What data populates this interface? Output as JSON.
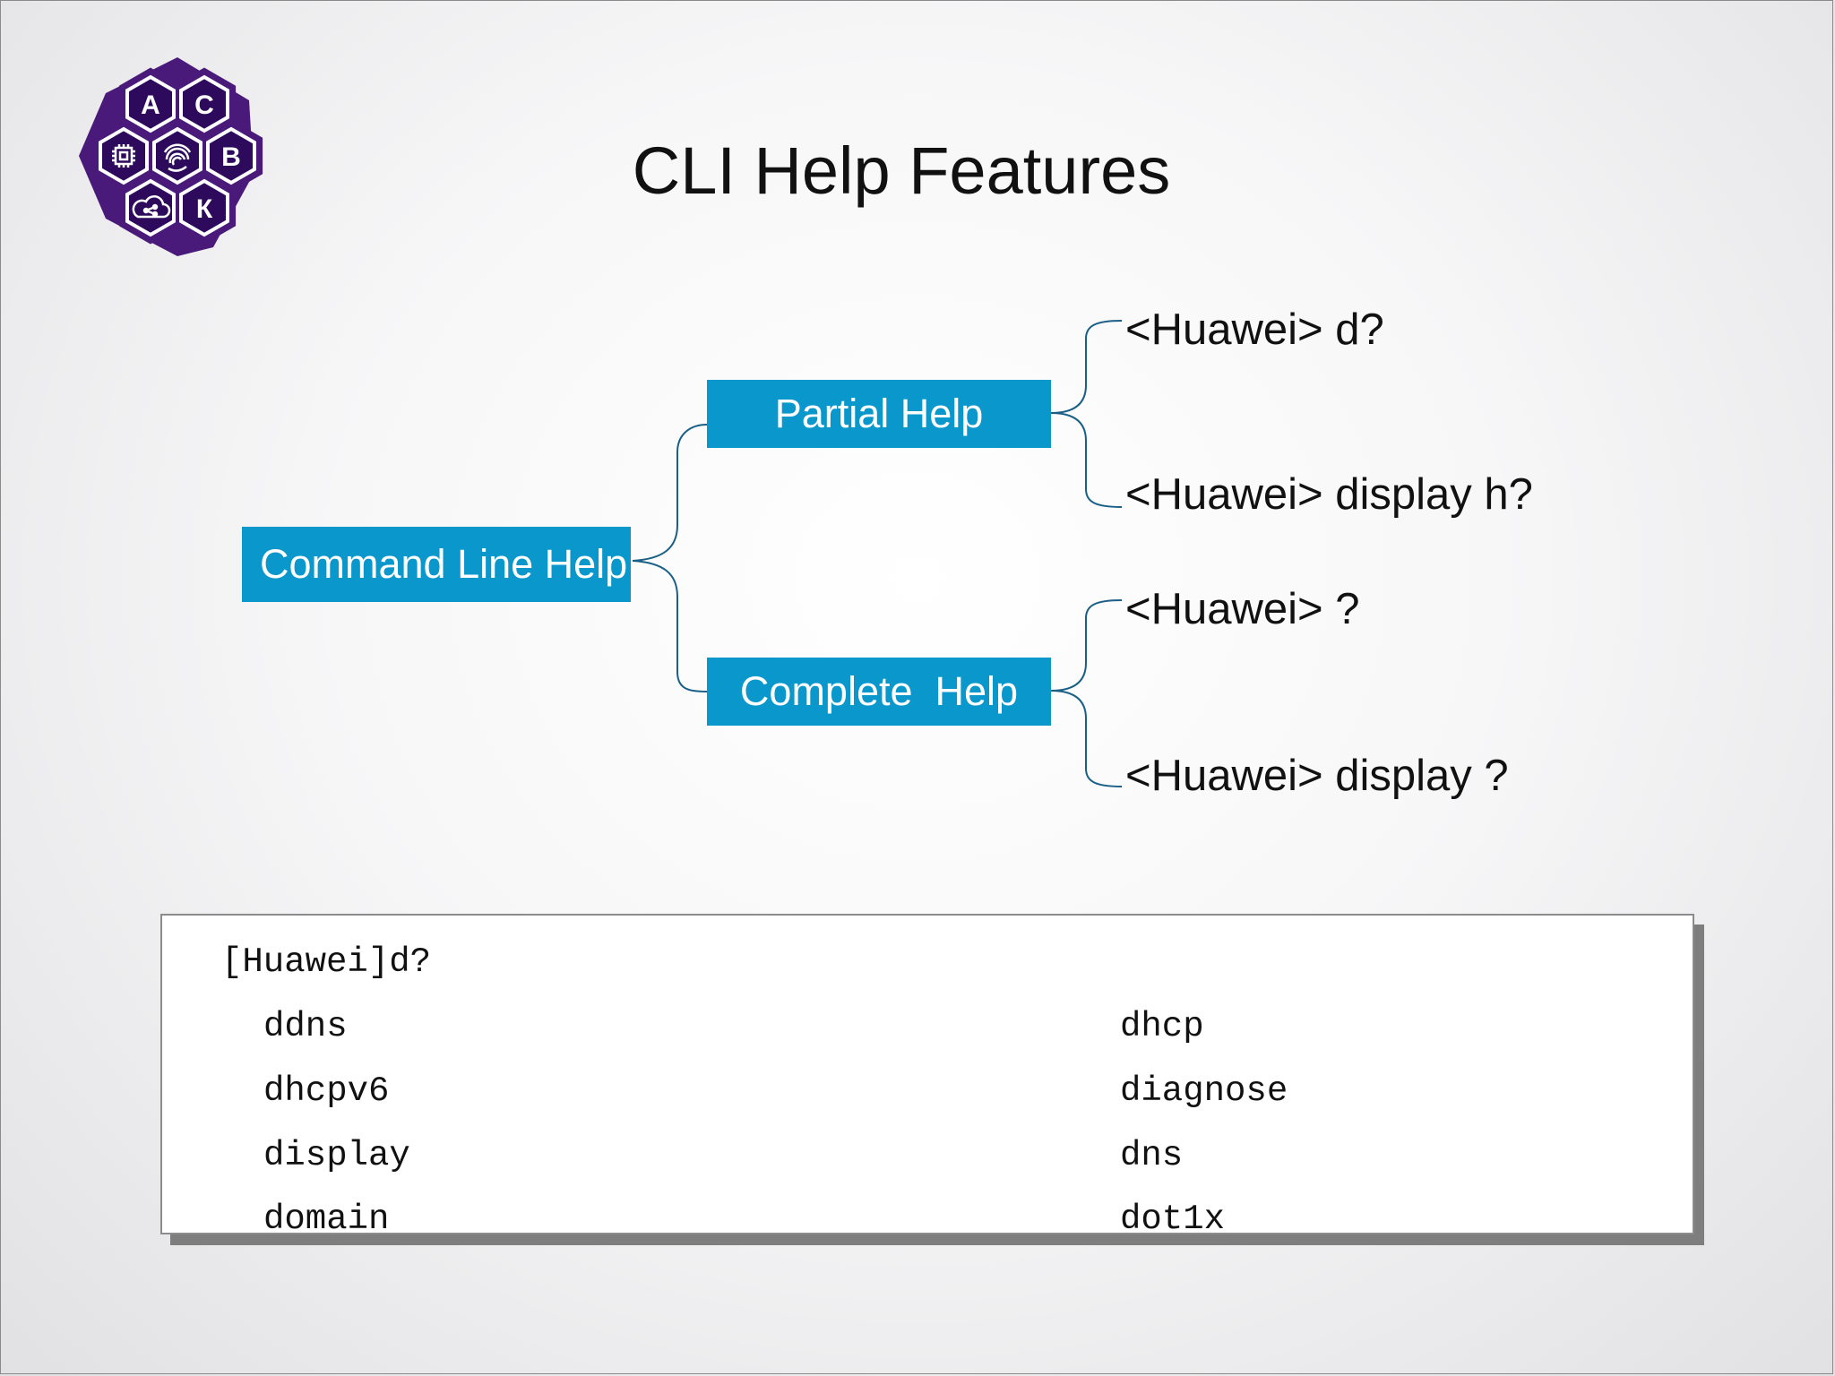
{
  "slide": {
    "title": "CLI Help Features",
    "logo": {
      "letters": [
        "A",
        "C",
        "B",
        "К"
      ],
      "icons": [
        "chip-icon",
        "fingerprint-icon",
        "cloud-share-icon"
      ],
      "colors": {
        "outer": "#4a1a7a",
        "inner": "#2e0a5c",
        "hex_outline": "#ffffff"
      }
    }
  },
  "diagram": {
    "root": "Command Line Help",
    "branches": [
      {
        "label": "Partial Help",
        "examples": [
          "<Huawei> d?",
          "<Huawei> display h?"
        ]
      },
      {
        "label": "Complete  Help",
        "examples": [
          "<Huawei> ?",
          "<Huawei> display ?"
        ]
      }
    ],
    "colors": {
      "box": "#0a98cc",
      "connector": "#1a5f86"
    }
  },
  "terminal": {
    "prompt": "[Huawei]d?",
    "left_column": [
      "ddns",
      "dhcpv6",
      "display",
      "domain"
    ],
    "right_column": [
      "dhcp",
      "diagnose",
      "dns",
      "dot1x"
    ]
  }
}
